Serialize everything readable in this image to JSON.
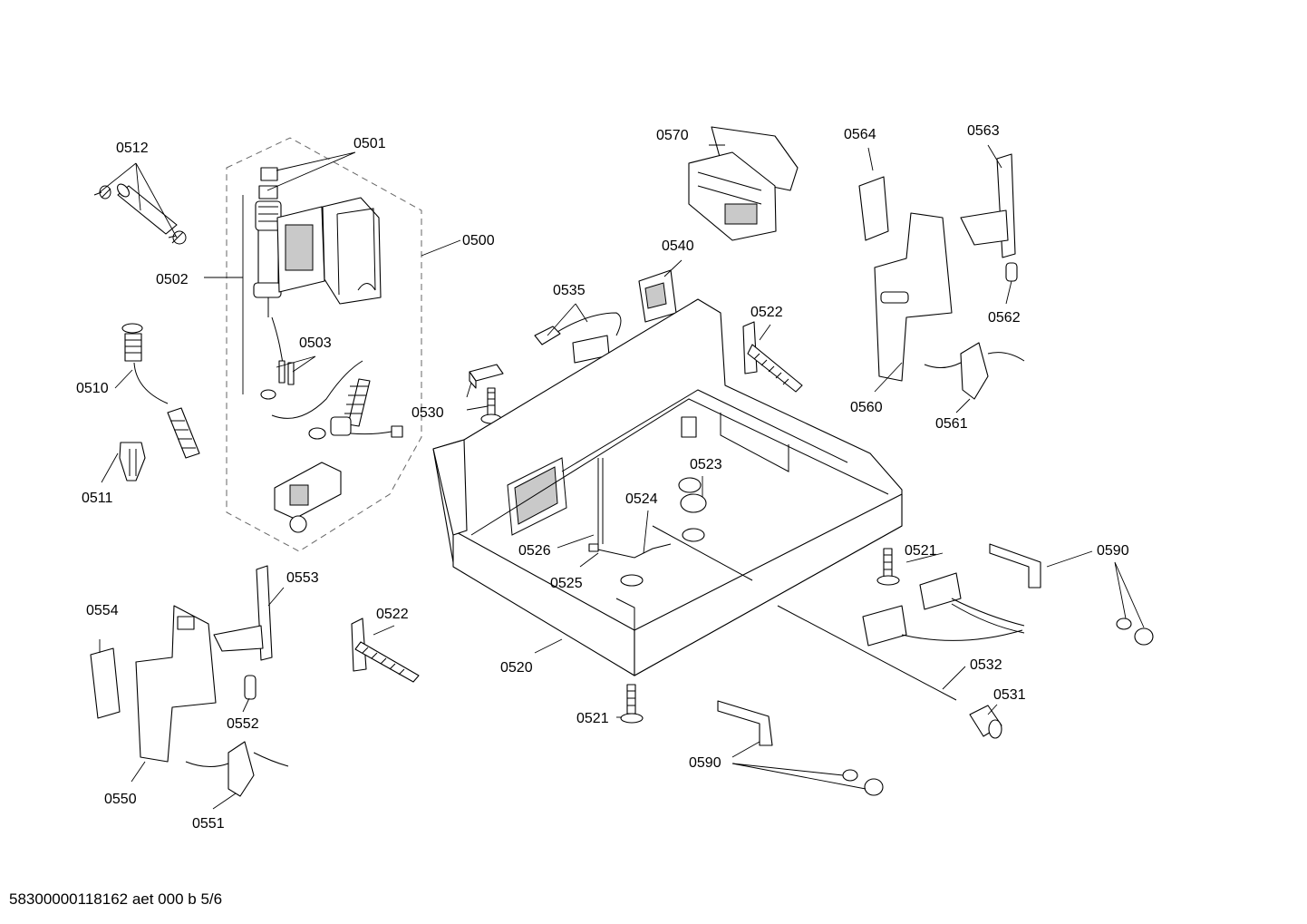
{
  "footer_code": "58300000118162 aet 000 b 5/6",
  "labels": {
    "l0500": "0500",
    "l0501": "0501",
    "l0502": "0502",
    "l0503": "0503",
    "l0510": "0510",
    "l0511": "0511",
    "l0512": "0512",
    "l0520": "0520",
    "l0521a": "0521",
    "l0521b": "0521",
    "l0522a": "0522",
    "l0522b": "0522",
    "l0523": "0523",
    "l0524": "0524",
    "l0525": "0525",
    "l0526": "0526",
    "l0530": "0530",
    "l0531": "0531",
    "l0532": "0532",
    "l0535": "0535",
    "l0540": "0540",
    "l0550": "0550",
    "l0551": "0551",
    "l0552": "0552",
    "l0553": "0553",
    "l0554": "0554",
    "l0560": "0560",
    "l0561": "0561",
    "l0562": "0562",
    "l0563": "0563",
    "l0564": "0564",
    "l0570": "0570",
    "l0590a": "0590",
    "l0590b": "0590"
  }
}
